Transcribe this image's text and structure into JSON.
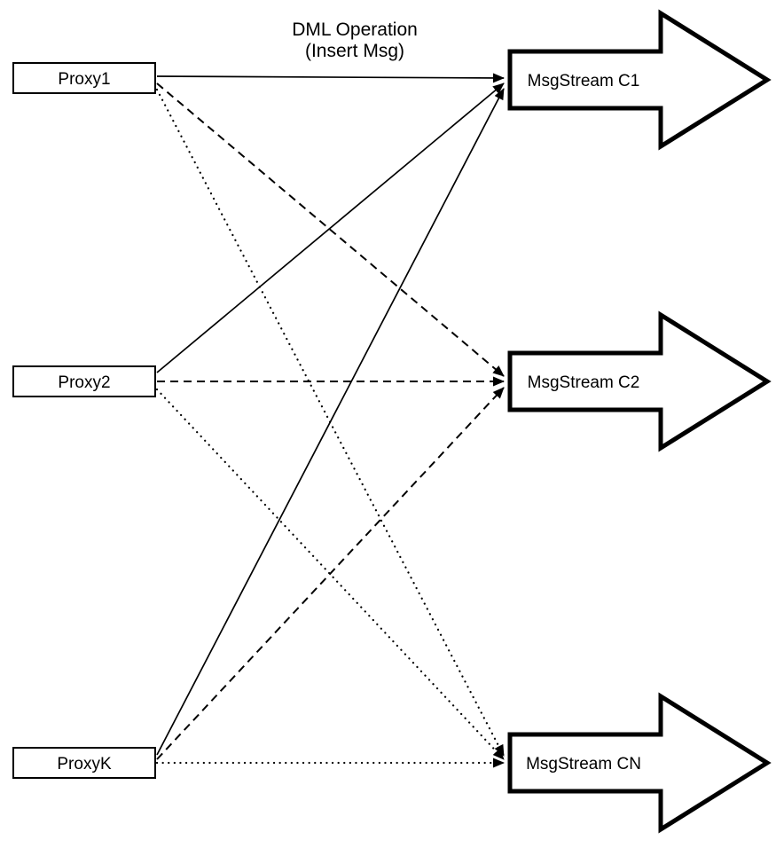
{
  "title": {
    "line1": "DML Operation",
    "line2": "(Insert Msg)"
  },
  "nodes": {
    "proxies": [
      {
        "id": "proxy1",
        "label": "Proxy1"
      },
      {
        "id": "proxy2",
        "label": "Proxy2"
      },
      {
        "id": "proxyk",
        "label": "ProxyK"
      }
    ],
    "streams": [
      {
        "id": "c1",
        "label": "MsgStream C1"
      },
      {
        "id": "c2",
        "label": "MsgStream C2"
      },
      {
        "id": "cn",
        "label": "MsgStream CN"
      }
    ]
  },
  "edges": [
    {
      "from": "Proxy1",
      "to": "MsgStream C1",
      "style": "solid"
    },
    {
      "from": "Proxy2",
      "to": "MsgStream C1",
      "style": "solid"
    },
    {
      "from": "ProxyK",
      "to": "MsgStream C1",
      "style": "solid"
    },
    {
      "from": "Proxy1",
      "to": "MsgStream C2",
      "style": "dashed"
    },
    {
      "from": "Proxy2",
      "to": "MsgStream C2",
      "style": "dashed"
    },
    {
      "from": "ProxyK",
      "to": "MsgStream C2",
      "style": "dashed"
    },
    {
      "from": "Proxy1",
      "to": "MsgStream CN",
      "style": "dotted"
    },
    {
      "from": "Proxy2",
      "to": "MsgStream CN",
      "style": "dotted"
    },
    {
      "from": "ProxyK",
      "to": "MsgStream CN",
      "style": "dotted"
    }
  ],
  "colors": {
    "stroke": "#000000",
    "fill": "#ffffff",
    "background": "#ffffff"
  }
}
